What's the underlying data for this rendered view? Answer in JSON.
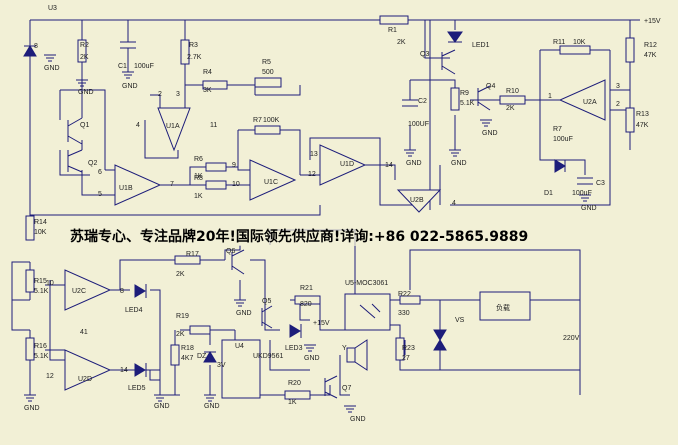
{
  "banner": "苏瑞专心、专注品牌20年!国际领先供应商!详询:+86 022-5865.9889",
  "supply": "+15V",
  "mains": "220V",
  "load_label": "负载",
  "parts": {
    "u3": "U3",
    "r2": "R2",
    "r2v": "2K",
    "c1": "C1",
    "c1v": "100uF",
    "r3": "R3",
    "r3v": "2.7K",
    "r4": "R4",
    "r4v": "3K",
    "r5": "R5",
    "r5v": "500",
    "r1": "R1",
    "r1v": "2K",
    "q3": "Q3",
    "led1": "LED1",
    "r11": "R11",
    "r11v": "10K",
    "r12": "R12",
    "r12v": "47K",
    "r13": "R13",
    "r13v": "47K",
    "q4": "Q4",
    "r10": "R10",
    "r10v": "2K",
    "u2a": "U2A",
    "c2": "C2",
    "c2v": "100UF",
    "r9": "R9",
    "r9v": "5.1K",
    "r7a": "R7",
    "r7av": "100K",
    "r7b": "R7",
    "r7bv": "100uF",
    "c3": "C3",
    "c3v": "100uF",
    "d1": "D1",
    "q1": "Q1",
    "q2": "Q2",
    "u1a": "U1A",
    "u1b": "U1B",
    "u1c": "U1C",
    "u1d": "U1D",
    "u2b": "U2B",
    "r6": "R6",
    "r6v": "1K",
    "r8": "R8",
    "r8v": "1K",
    "r14": "R14",
    "r14v": "10K",
    "r15": "R15",
    "r15v": "5.1K",
    "r16": "R16",
    "r16v": "5.1K",
    "u2c": "U2C",
    "u2d": "U2D",
    "led4": "LED4",
    "led5": "LED5",
    "r17": "R17",
    "r17v": "2K",
    "q6": "Q6",
    "r19": "R19",
    "r19v": "2K",
    "r18": "R18",
    "r18v": "4K7",
    "dz": "DZ",
    "dzv": "3V",
    "u4": "U4",
    "u4v": "UKD9561",
    "q5": "Q5",
    "r21": "R21",
    "r21v": "820",
    "led3": "LED3",
    "u5": "U5-MOC3061",
    "r22": "R22",
    "r22v": "330",
    "vs": "VS",
    "r23": "R23",
    "r23v": "27",
    "r20": "R20",
    "r20v": "1K",
    "q7": "Q7",
    "spk": "Y"
  },
  "pins": {
    "p1": "1",
    "p2": "2",
    "p3": "3",
    "p4": "4",
    "p5": "5",
    "p6": "6",
    "p7": "7",
    "p8": "8",
    "p9": "9",
    "p10": "10",
    "p11": "11",
    "p12": "12",
    "p13": "13",
    "p14": "14",
    "p41": "41"
  },
  "ground": "GND"
}
